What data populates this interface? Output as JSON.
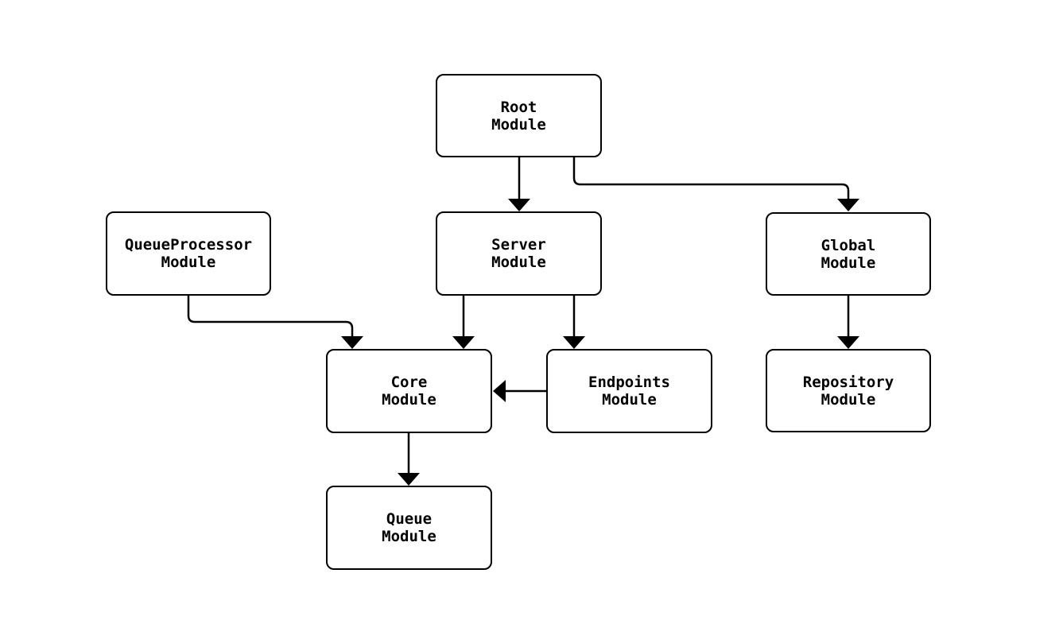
{
  "diagram": {
    "type": "flowchart",
    "colors": {
      "background": "#ffffff",
      "node_fill": "#ffffff",
      "node_border": "#000000",
      "edge_stroke": "#000000",
      "text": "#000000"
    },
    "nodes": {
      "root": {
        "label": "Root\nModule"
      },
      "queueproc": {
        "label": "QueueProcessor\nModule"
      },
      "server": {
        "label": "Server\nModule"
      },
      "global": {
        "label": "Global\nModule"
      },
      "core": {
        "label": "Core\nModule"
      },
      "endpoints": {
        "label": "Endpoints\nModule"
      },
      "repository": {
        "label": "Repository\nModule"
      },
      "queue": {
        "label": "Queue\nModule"
      }
    },
    "edges": [
      {
        "from": "Root Module",
        "to": "Server Module"
      },
      {
        "from": "Root Module",
        "to": "Global Module"
      },
      {
        "from": "QueueProcessor Module",
        "to": "Core Module"
      },
      {
        "from": "Server Module",
        "to": "Core Module"
      },
      {
        "from": "Server Module",
        "to": "Endpoints Module"
      },
      {
        "from": "Endpoints Module",
        "to": "Core Module"
      },
      {
        "from": "Global Module",
        "to": "Repository Module"
      },
      {
        "from": "Core Module",
        "to": "Queue Module"
      }
    ]
  }
}
